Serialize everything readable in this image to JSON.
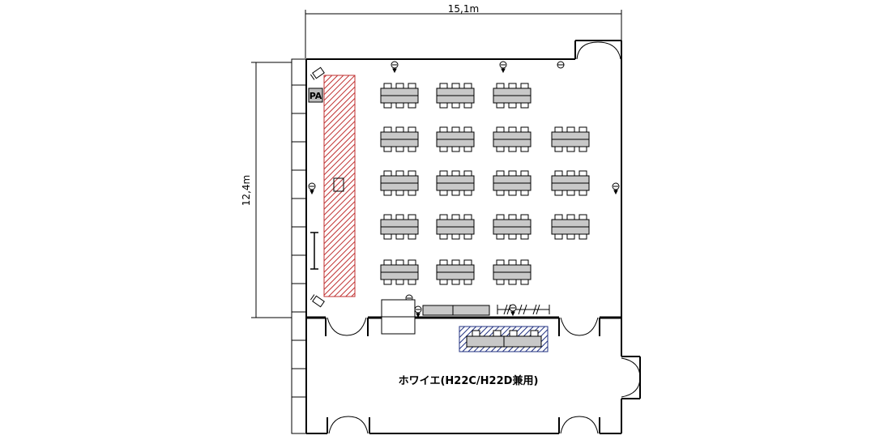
{
  "dimensions": {
    "width_label": "15,1m",
    "height_label": "12,4m"
  },
  "labels": {
    "pa": "PA",
    "foyer": "ホワイエ(H22C/H22D兼用)"
  },
  "seating": {
    "rows": [
      3,
      4,
      4,
      4,
      3
    ]
  },
  "colors": {
    "stage_hatch": "#c03030",
    "reception_hatch": "#203080",
    "table_fill": "#c8c8c8",
    "line": "#000000"
  },
  "icons": [
    "speaker-icon",
    "light-icon",
    "projector-icon",
    "microphone-stand-icon",
    "screen-icon",
    "door-icon"
  ]
}
